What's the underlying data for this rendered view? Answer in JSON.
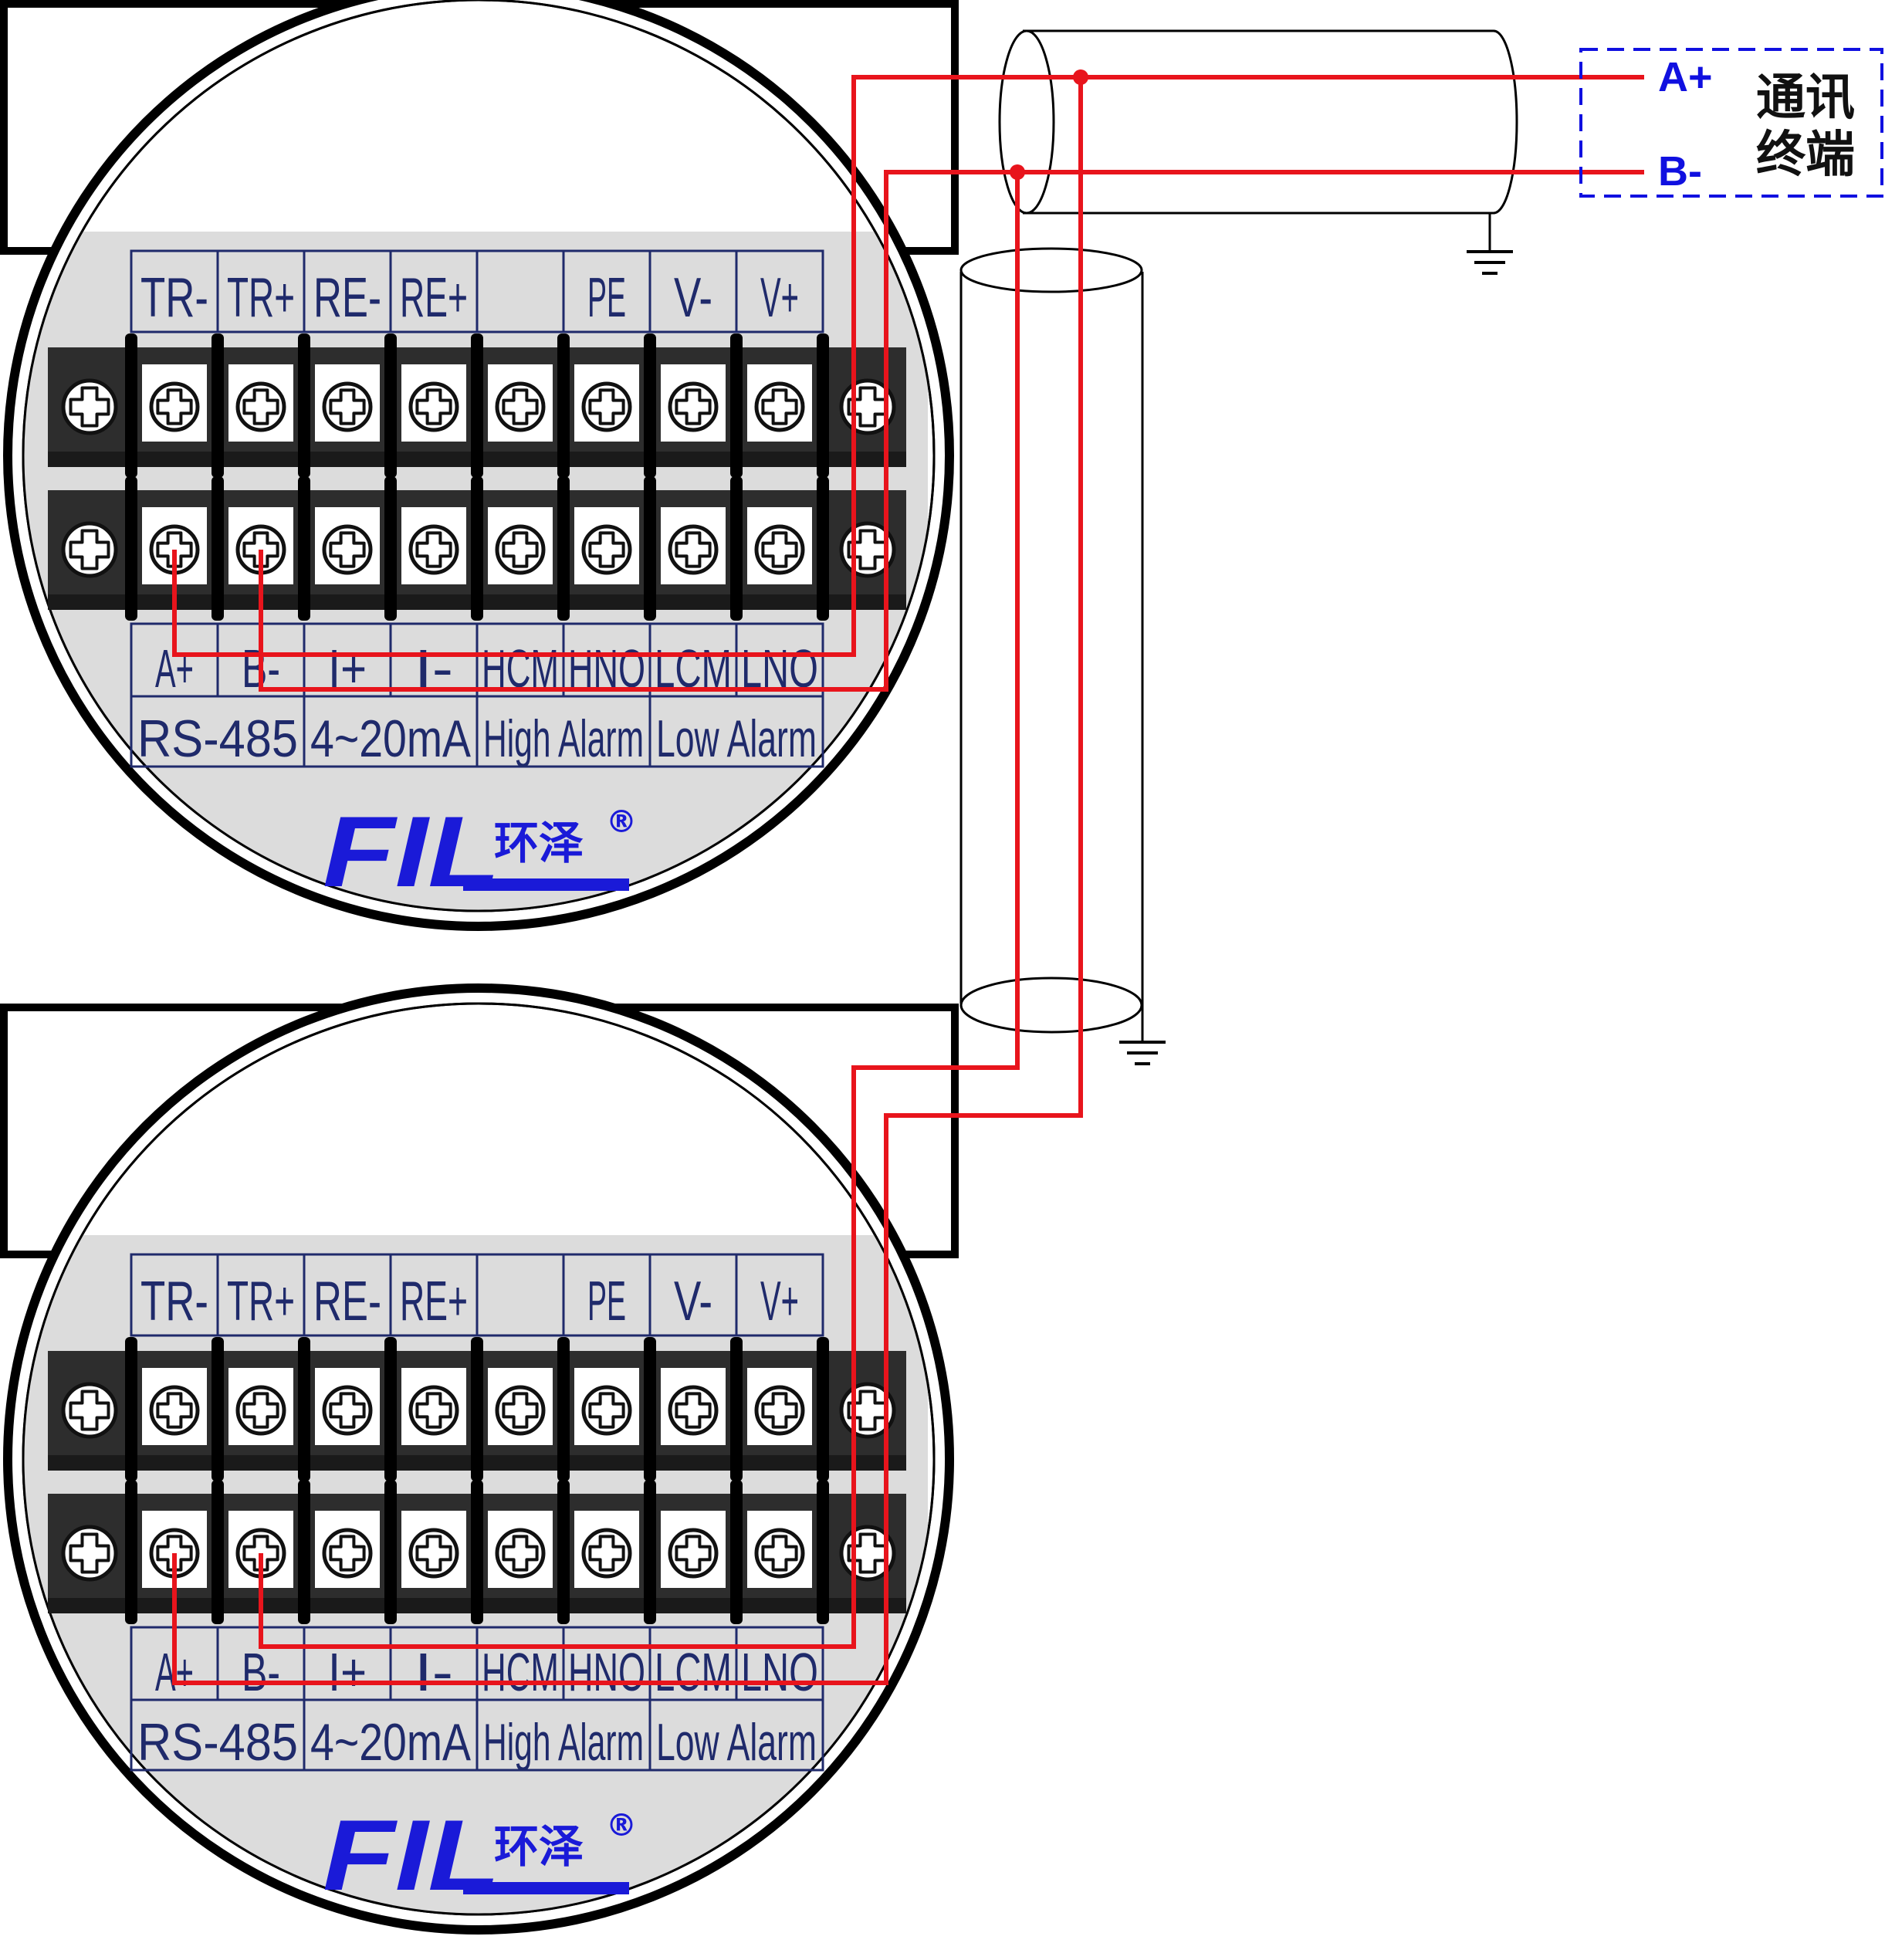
{
  "terminal_top_labels": [
    "TR-",
    "TR+",
    "RE-",
    "RE+",
    "",
    "PE",
    "V-",
    "V+"
  ],
  "terminal_bottom_labels": [
    "A+",
    "B-",
    "I+",
    "I-",
    "HCM",
    "HNO",
    "LCM",
    "LNO"
  ],
  "group_labels": [
    "RS-485",
    "4~20mA",
    "High Alarm",
    "Low Alarm"
  ],
  "brand": {
    "latin": "FIL",
    "chinese": "环泽",
    "registered": "®"
  },
  "comm_terminal": {
    "a_label": "A+",
    "b_label": "B-",
    "line1": "通讯",
    "line2": "终端"
  },
  "colors": {
    "wire": "#e8141c",
    "label_text": "#1f2a6b",
    "terminal_bar": "#2d2d2d",
    "panel": "#dcdcdc",
    "comm_blue": "#1010e0"
  }
}
